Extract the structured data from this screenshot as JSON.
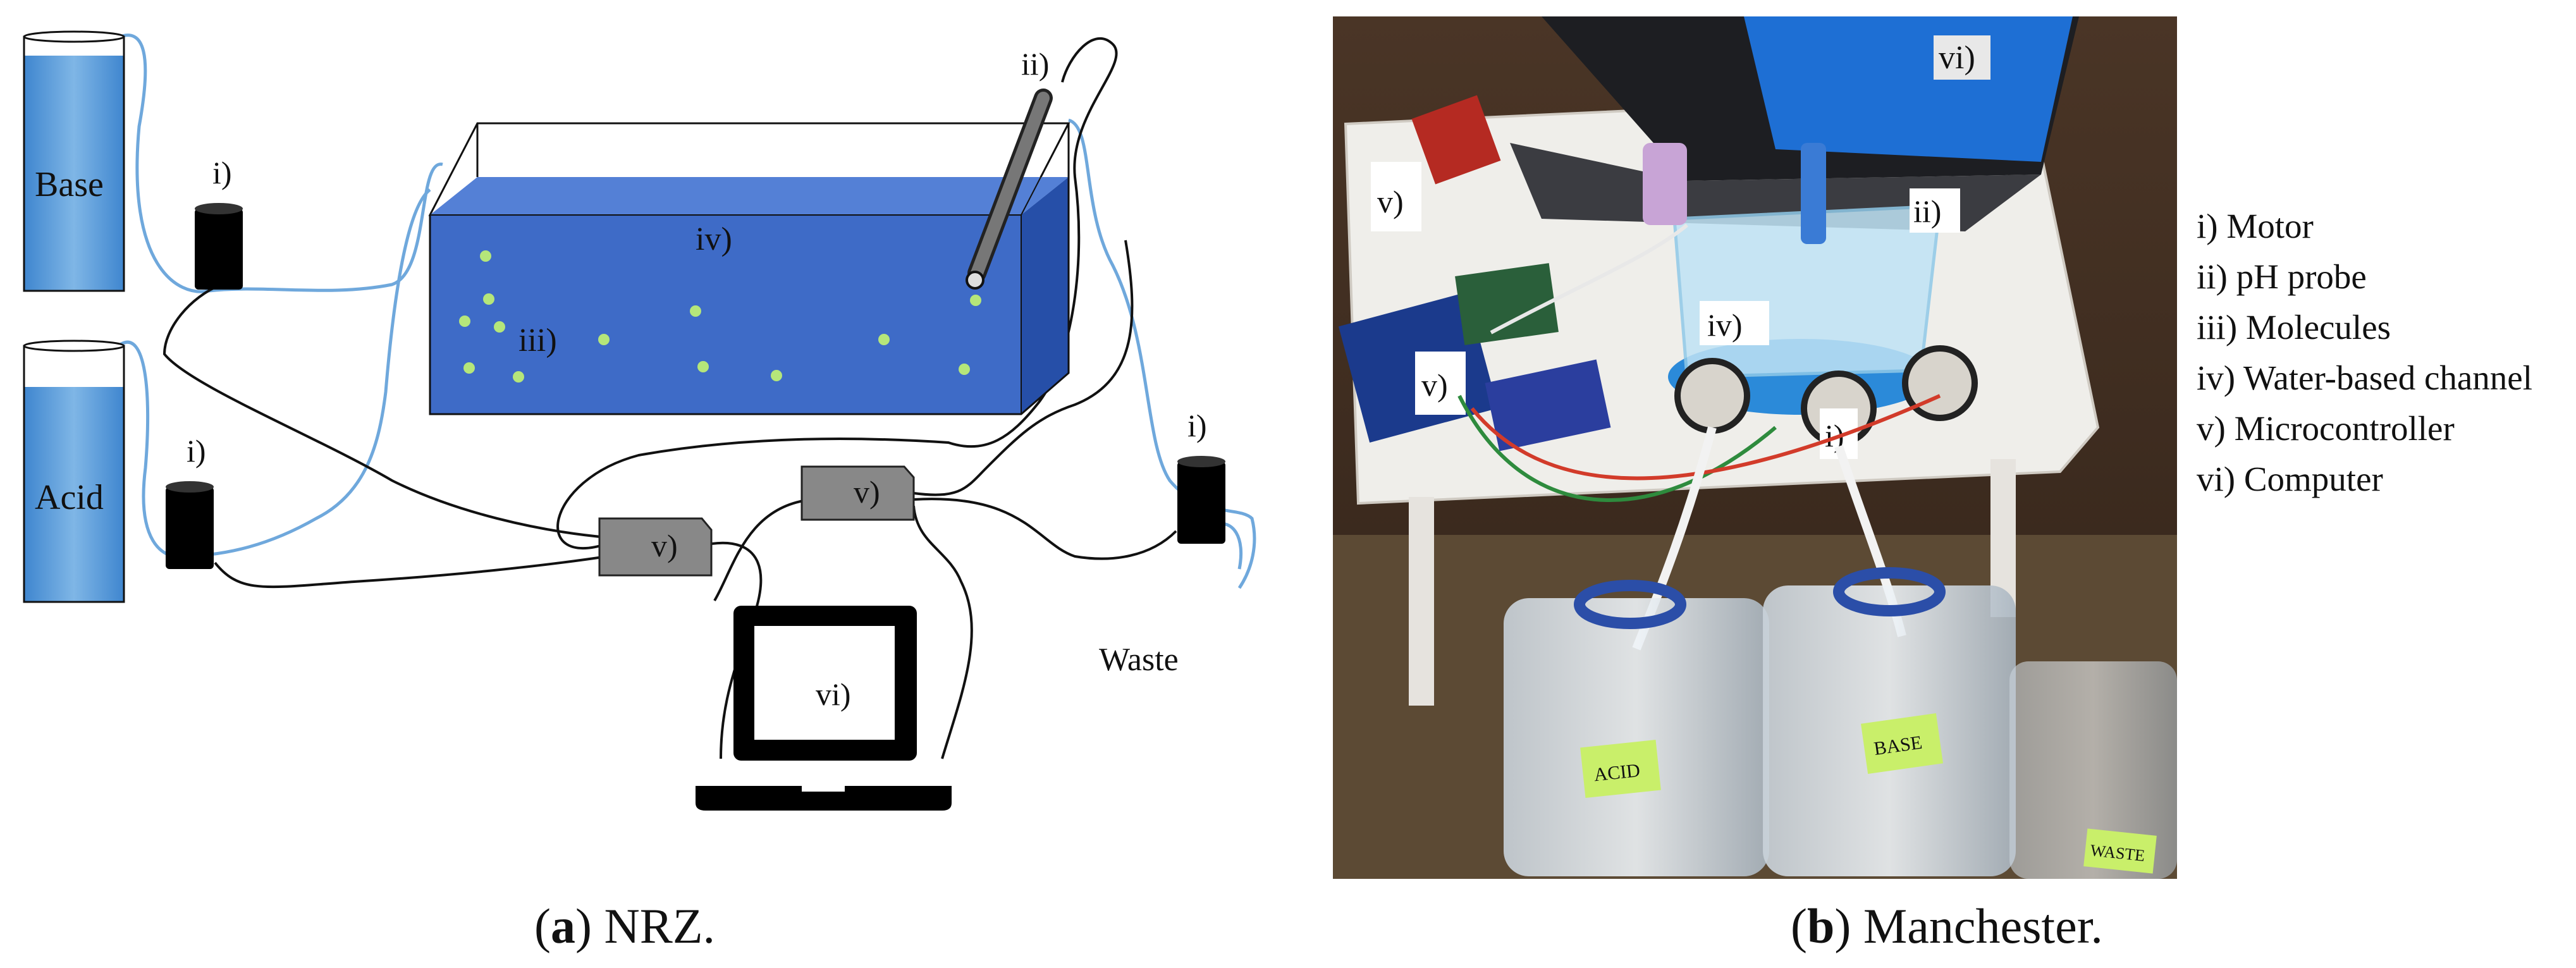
{
  "panel_a": {
    "labels": {
      "base": "Base",
      "acid": "Acid",
      "motor": "i)",
      "probe": "ii)",
      "molecules": "iii)",
      "channel": "iv)",
      "microcontroller": "v)",
      "computer": "vi)",
      "waste": "Waste"
    }
  },
  "panel_b": {
    "labels": {
      "computer": "vi)",
      "probe": "ii)",
      "channel": "iv)",
      "microcontroller": "v)",
      "motor": "i)",
      "acid_sticker": "ACID",
      "base_sticker": "BASE",
      "waste_sticker": "WASTE"
    }
  },
  "legend": [
    "i) Motor",
    "ii) pH probe",
    "iii) Molecules",
    "iv) Water-based channel",
    "v) Microcontroller",
    "vi) Computer"
  ],
  "captions": {
    "a_letter": "a",
    "a_text": "NRZ.",
    "b_letter": "b",
    "b_text": "Manchester."
  },
  "colors": {
    "liquid": "#5b9bd5",
    "channel": "#3360c0",
    "molecule": "#b5e67a",
    "tube": "#6fa8dc",
    "device": "#808080"
  }
}
